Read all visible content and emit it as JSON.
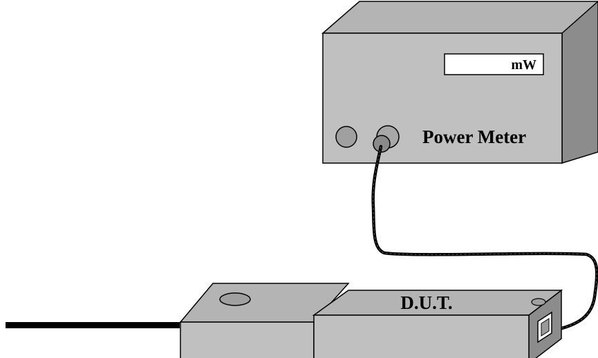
{
  "power_meter": {
    "label": "Power Meter",
    "display_unit": "mW"
  },
  "dut": {
    "label": "D.U.T."
  },
  "colors": {
    "body": "#c0c0c0",
    "side": "#8c8c8c",
    "top": "#a8a8a8",
    "outline": "#000000",
    "display_bg": "#ffffff",
    "cable": "#000000"
  }
}
